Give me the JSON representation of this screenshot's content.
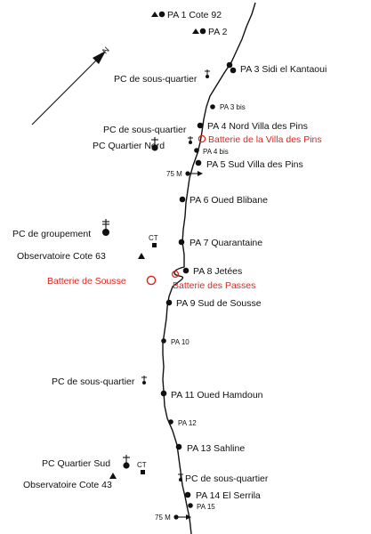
{
  "colors": {
    "ink": "#111111",
    "highlight": "#e0251b",
    "background": "#ffffff"
  },
  "north_arrow": {
    "label": "N"
  },
  "points": {
    "pa1": "PA 1 Cote 92",
    "pa2": "PA 2",
    "pa3": "PA 3 Sidi el Kantaoui",
    "pa3bis": "PA 3 bis",
    "pa4": "PA 4 Nord Villa des Pins",
    "pa4bis": "PA 4 bis",
    "pa5": "PA 5 Sud Villa des Pins",
    "pa6": "PA 6 Oued Blibane",
    "pa7": "PA 7 Quarantaine",
    "pa8": "PA 8 Jetées",
    "pa9": "PA 9 Sud de Sousse",
    "pa10": "PA 10",
    "pa11": "PA 11 Oued Hamdoun",
    "pa12": "PA 12",
    "pa13": "PA 13 Sahline",
    "pa14": "PA 14 El Serrila",
    "pa15": "PA 15"
  },
  "command_posts": {
    "pc_sq_1": "PC de sous-quartier",
    "pc_sq_2": "PC de sous-quartier",
    "pc_qn": "PC Quartier Nord",
    "pc_grp": "PC de groupement",
    "pc_sq_3": "PC de sous-quartier",
    "pc_qs": "PC Quartier Sud",
    "pc_sq_4": "PC de sous-quartier"
  },
  "observatories": {
    "obs63": "Observatoire Cote 63",
    "obs43": "Observatoire Cote 43"
  },
  "ct_labels": {
    "ct1": "CT",
    "ct2": "CT"
  },
  "batteries": {
    "villa_des_pins": "Batterie de la Villa des Pins",
    "sousse": "Batterie de Sousse",
    "passes": "Batterie des Passes"
  },
  "guns": {
    "g75_north": "75 M",
    "g75_south": "75 M"
  }
}
